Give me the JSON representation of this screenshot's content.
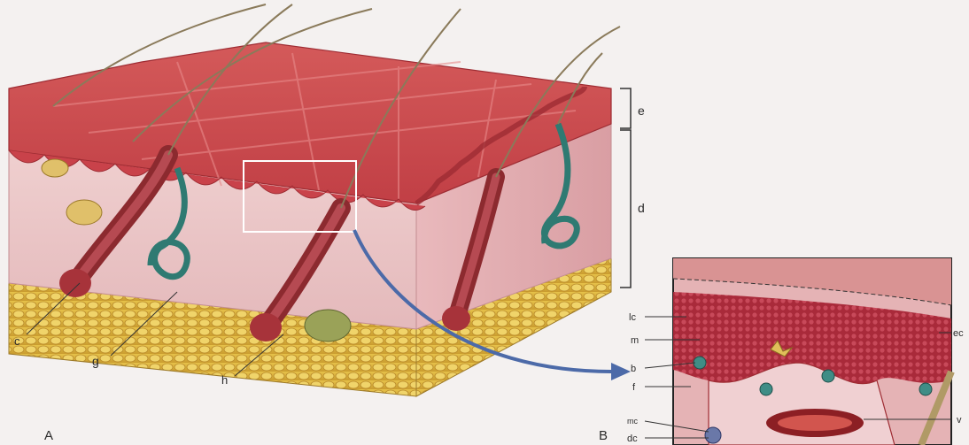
{
  "figure": {
    "panel_a": "A",
    "panel_b": "B",
    "labels_a": {
      "e": "e",
      "d": "d",
      "c": "c",
      "g": "g",
      "h": "h"
    },
    "labels_b": {
      "lc": "lc",
      "m": "m",
      "b": "b",
      "f": "f",
      "mc": "mc",
      "dc": "dc",
      "ec": "ec",
      "v": "v"
    }
  }
}
